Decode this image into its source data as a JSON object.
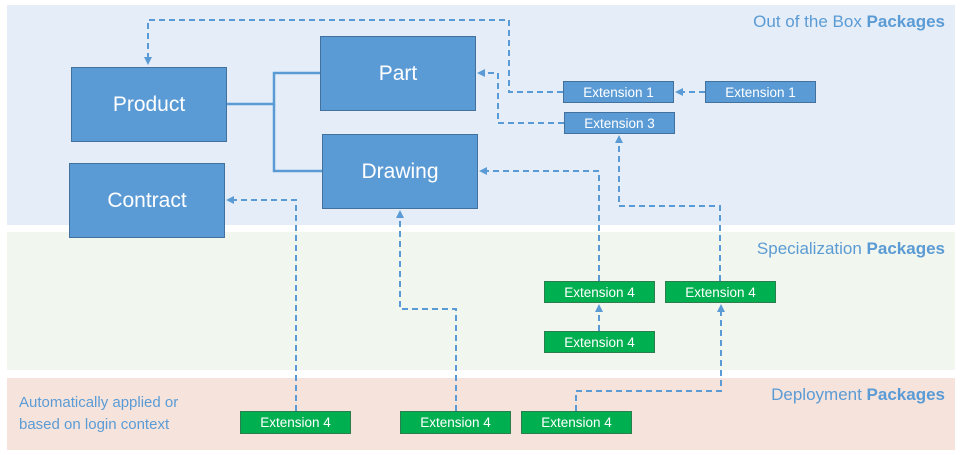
{
  "bands": {
    "ootb": {
      "title_regular": "Out of the Box ",
      "title_bold": "Packages",
      "color": "#e5eef8"
    },
    "specialization": {
      "title_regular": "Specialization ",
      "title_bold": "Packages",
      "color": "#f1f6ee"
    },
    "deployment": {
      "title_regular": "Deployment ",
      "title_bold": "Packages",
      "color": "#f6e4dc"
    }
  },
  "note": {
    "line1": "Automatically applied or",
    "line2": "based on login context"
  },
  "core_items": {
    "product": "Product",
    "part": "Part",
    "drawing": "Drawing",
    "contract": "Contract"
  },
  "ootb_extensions": {
    "ext1_a": "Extension 1",
    "ext1_b": "Extension 1",
    "ext3": "Extension 3"
  },
  "specialization_extensions": {
    "ext4_a": "Extension 4",
    "ext4_b": "Extension 4",
    "ext4_c": "Extension 4"
  },
  "deployment_extensions": {
    "ext4_d": "Extension 4",
    "ext4_e": "Extension 4",
    "ext4_f": "Extension 4"
  },
  "colors": {
    "core_blue": "#5b9bd5",
    "extension_green": "#00b050",
    "connector": "#5b9bd5"
  }
}
